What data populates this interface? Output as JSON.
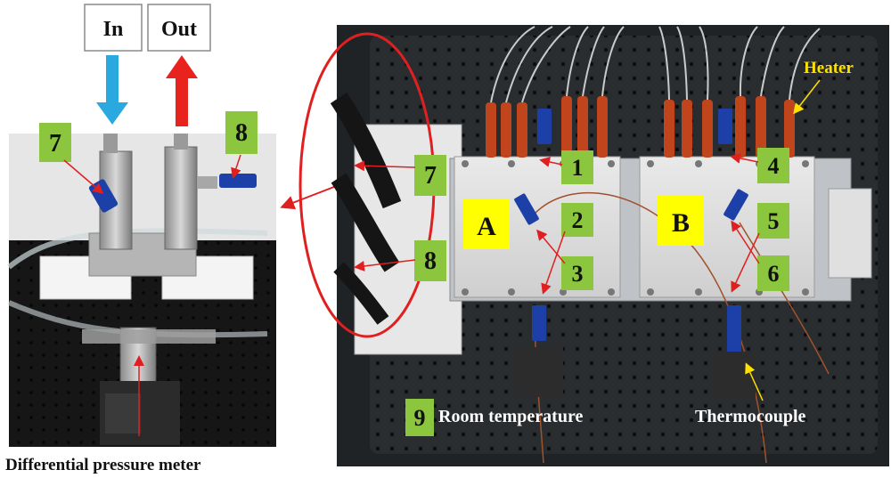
{
  "io_labels": {
    "in": "In",
    "out": "Out"
  },
  "numbers": {
    "n1": "1",
    "n2": "2",
    "n3": "3",
    "n4": "4",
    "n5": "5",
    "n6": "6",
    "n7": "7",
    "n8": "8",
    "n9": "9"
  },
  "blocks": {
    "a": "A",
    "b": "B"
  },
  "captions": {
    "heater": "Heater",
    "thermocouple": "Thermocouple",
    "room_temperature": "Room temperature",
    "differential_pressure_meter": "Differential pressure meter"
  },
  "colors": {
    "tag_green": "#8cc63f",
    "block_yellow": "#ffff00",
    "arrow_in": "#29a9e0",
    "arrow_out": "#e8231e",
    "ellipse": "#e02020",
    "callout_yellow": "#ffe000"
  }
}
